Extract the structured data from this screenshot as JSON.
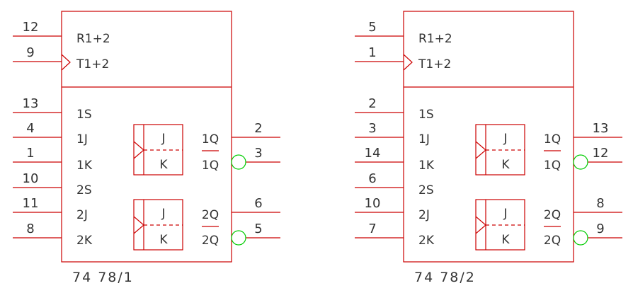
{
  "labels": {
    "r12": "R1+2",
    "t12": "T1+2",
    "s1": "1S",
    "j1": "1J",
    "k1": "1K",
    "s2": "2S",
    "j2": "2J",
    "k2": "2K",
    "q1": "1Q",
    "q1n": "1Q",
    "q2": "2Q",
    "q2n": "2Q",
    "ffj": "J",
    "ffk": "K"
  },
  "chips": [
    {
      "name": "74 78/1",
      "pins": {
        "r": "12",
        "t": "9",
        "s1": "13",
        "j1": "4",
        "k1": "1",
        "s2": "10",
        "j2": "11",
        "k2": "8",
        "q1": "2",
        "q1n": "3",
        "q2": "6",
        "q2n": "5"
      }
    },
    {
      "name": "74 78/2",
      "pins": {
        "r": "5",
        "t": "1",
        "s1": "2",
        "j1": "3",
        "k1": "14",
        "s2": "6",
        "j2": "10",
        "k2": "7",
        "q1": "13",
        "q1n": "12",
        "q2": "8",
        "q2n": "9"
      }
    }
  ]
}
